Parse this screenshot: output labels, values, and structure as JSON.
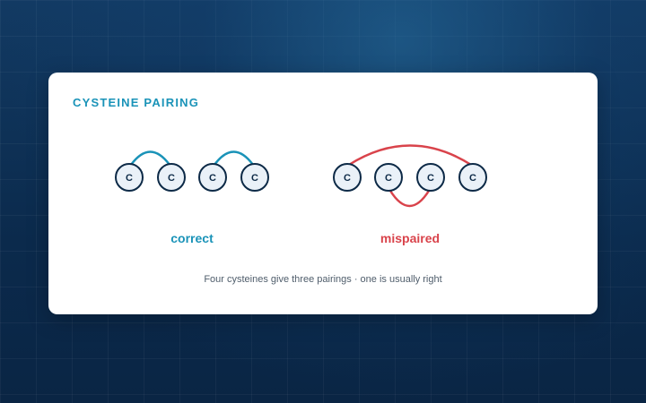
{
  "card": {
    "title": "CYSTEINE PAIRING",
    "caption": "Four cysteines give three pairings · one is usually right"
  },
  "colors": {
    "title": "#1a93b8",
    "correct": "#1a93b8",
    "mispaired": "#d9434b",
    "node_stroke": "#0d2a47",
    "node_fill": "#eaf1f8"
  },
  "groups": [
    {
      "name": "correct",
      "label": "correct",
      "nodes": [
        "C",
        "C",
        "C",
        "C"
      ],
      "pairs": [
        [
          0,
          1
        ],
        [
          2,
          3
        ]
      ]
    },
    {
      "name": "mispaired",
      "label": "mispaired",
      "nodes": [
        "C",
        "C",
        "C",
        "C"
      ],
      "pairs": [
        [
          0,
          3
        ],
        [
          1,
          2
        ]
      ]
    }
  ]
}
